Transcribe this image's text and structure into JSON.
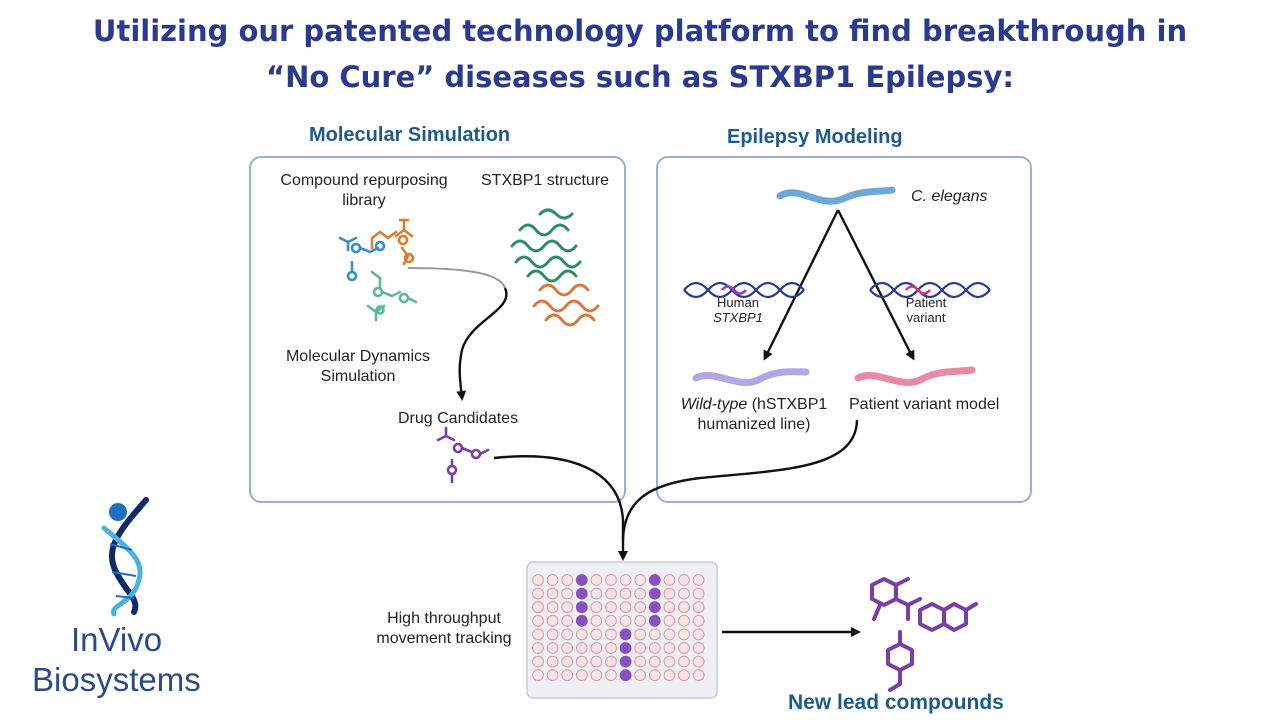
{
  "headline": {
    "line1": "Utilizing our patented technology platform to find breakthrough in",
    "line2": "“No Cure” diseases such as STXBP1 Epilepsy:"
  },
  "molecular_simulation": {
    "title": "Molecular Simulation",
    "library_label_1": "Compound repurposing",
    "library_label_2": "library",
    "structure_label": "STXBP1 structure",
    "md_label_1": "Molecular Dynamics",
    "md_label_2": "Simulation",
    "candidates_label": "Drug Candidates"
  },
  "epilepsy_modeling": {
    "title": "Epilepsy Modeling",
    "organism_label": "C. elegans",
    "human_label_1": "Human",
    "human_label_2": "STXBP1",
    "patient_label_1": "Patient",
    "patient_label_2": "variant",
    "wildtype_italic": "Wild-type",
    "wildtype_rest_1": " (hSTXBP1",
    "wildtype_rest_2": "humanized line)",
    "patient_model_label": "Patient variant model"
  },
  "screening": {
    "tracking_label_1": "High throughput",
    "tracking_label_2": "movement tracking",
    "new_lead_label": "New lead compounds"
  },
  "brand": {
    "name_line1": "InVivo",
    "name_line2": "Biosystems"
  },
  "colors": {
    "headline": "#2b3a8f",
    "panel_border": "#9aaed6",
    "panel_title": "#1f5a8c",
    "worm_blue": "#6fa8d6",
    "worm_lavender": "#b3a6e6",
    "worm_pink": "#e88aa6",
    "compound_orange": "#e07b2a",
    "compound_blue": "#3a8ed0",
    "compound_green": "#5cb89a",
    "compound_purple": "#7a3ea8",
    "well_filled": "#8a4fc0",
    "well_empty": "#fbe3e6",
    "brand_blue": "#1d6fc4",
    "brand_navy": "#2b4a8c"
  }
}
